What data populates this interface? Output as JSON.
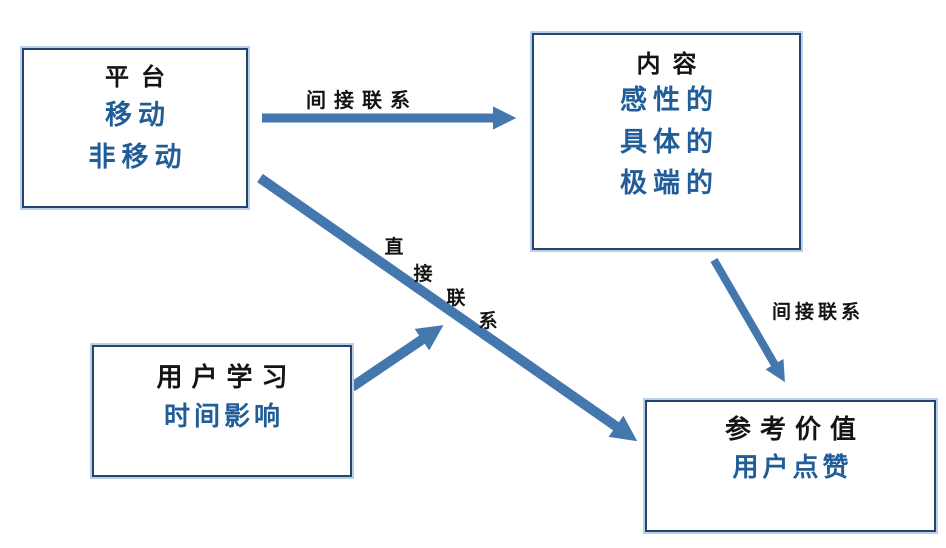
{
  "boxes": {
    "platform": {
      "title": "平台",
      "lines": [
        "移动",
        "非移动"
      ]
    },
    "content": {
      "title": "内容",
      "lines": [
        "感性的",
        "具体的",
        "极端的"
      ]
    },
    "learning": {
      "title": "用户学习",
      "lines": [
        "时间影响"
      ]
    },
    "reference": {
      "title": "参考价值",
      "lines": [
        "用户点赞"
      ]
    }
  },
  "arrows": {
    "platform_to_content": {
      "from": "平台",
      "to": "内容",
      "label": "间接联系"
    },
    "platform_to_reference": {
      "from": "平台",
      "to": "参考价值",
      "label": "直接联系",
      "label_chars": [
        "直",
        "接",
        "联",
        "系"
      ]
    },
    "content_to_reference": {
      "from": "内容",
      "to": "参考价值",
      "label": "间接联系"
    },
    "learning_to_direct_link": {
      "from": "用户学习",
      "to": "直接联系",
      "label": ""
    }
  },
  "colors": {
    "arrow_blue": "#4377AE",
    "border_navy": "#24456E",
    "halo_blue": "#BCCFE8",
    "text_blue": "#215E99",
    "label_black": "#141414"
  }
}
